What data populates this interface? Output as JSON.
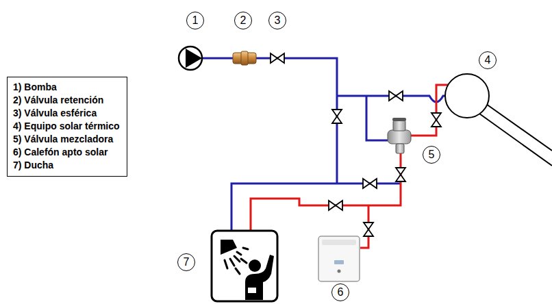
{
  "diagram": {
    "nodes": [
      {
        "text": [
          "1"
        ]
      },
      {
        "text": [
          "2"
        ]
      },
      {
        "text": [
          "3"
        ]
      },
      {
        "text": [
          "4"
        ]
      },
      {
        "text": [
          "1) Bomba",
          "2) Válvula retención",
          "3) Válvula esférica",
          "4) Equipo solar térmico",
          "5) Válvula mezcladora",
          "6) Calefón apto solar",
          "7) Ducha"
        ]
      },
      {
        "text": [
          "5"
        ]
      },
      {
        "text": [
          "7"
        ]
      },
      {
        "text": [
          "6"
        ]
      }
    ]
  }
}
